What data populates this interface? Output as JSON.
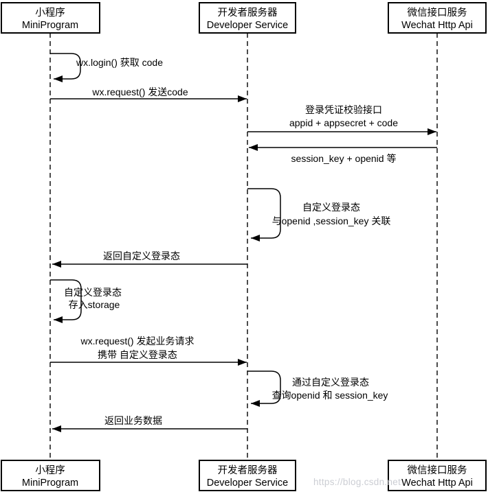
{
  "diagram_type": "sequence-diagram",
  "actors": [
    {
      "id": "miniprogram",
      "line1": "小程序",
      "line2": "MiniProgram"
    },
    {
      "id": "developer-service",
      "line1": "开发者服务器",
      "line2": "Developer Service"
    },
    {
      "id": "wechat-api",
      "line1": "微信接口服务",
      "line2": "Wechat Http Api"
    }
  ],
  "messages": [
    {
      "kind": "self-loop",
      "actor": "miniprogram",
      "lines": [
        "wx.login() 获取 code"
      ]
    },
    {
      "kind": "arrow",
      "from": "miniprogram",
      "to": "developer-service",
      "lines": [
        "wx.request() 发送code"
      ]
    },
    {
      "kind": "arrow",
      "from": "developer-service",
      "to": "wechat-api",
      "lines": [
        "登录凭证校验接口",
        "appid + appsecret + code"
      ]
    },
    {
      "kind": "arrow",
      "from": "wechat-api",
      "to": "developer-service",
      "lines": [
        "session_key + openid 等"
      ]
    },
    {
      "kind": "self-loop",
      "actor": "developer-service",
      "lines": [
        "自定义登录态",
        "与openid ,session_key 关联"
      ]
    },
    {
      "kind": "arrow",
      "from": "developer-service",
      "to": "miniprogram",
      "lines": [
        "返回自定义登录态"
      ]
    },
    {
      "kind": "self-loop",
      "actor": "miniprogram",
      "lines": [
        "自定义登录态",
        "存入storage"
      ]
    },
    {
      "kind": "arrow",
      "from": "miniprogram",
      "to": "developer-service",
      "lines": [
        "wx.request() 发起业务请求",
        "携带 自定义登录态"
      ]
    },
    {
      "kind": "self-loop",
      "actor": "developer-service",
      "lines": [
        "通过自定义登录态",
        "查询openid 和 session_key"
      ]
    },
    {
      "kind": "arrow",
      "from": "developer-service",
      "to": "miniprogram",
      "lines": [
        "返回业务数据"
      ]
    }
  ],
  "watermark": "https://blog.csdn.net",
  "colors": {
    "line": "#000000",
    "text": "#000000",
    "box_fill": "#ffffff",
    "watermark": "#c9cbd1"
  }
}
